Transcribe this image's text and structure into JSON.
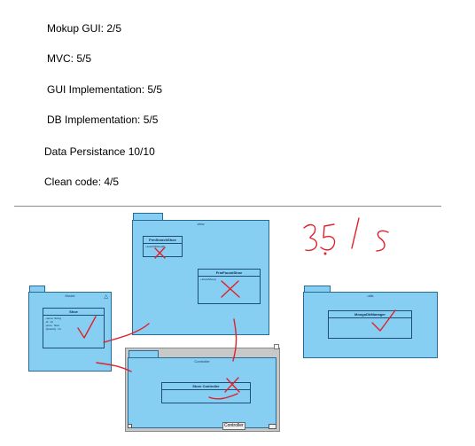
{
  "grades": [
    "Mokup GUI: 2/5",
    "MVC: 5/5",
    "GUI Implementation: 5/5",
    "DB Implementation: 5/5",
    "Data Persistance 10/10",
    "Clean code: 4/5"
  ],
  "total_score": "35/5",
  "diagram": {
    "view_package": "view",
    "model_package": "Model",
    "utils_package": "utils",
    "controller_package": "Controller",
    "controller_tag": "Controller",
    "classes": {
      "frm_search_shoe": {
        "name": "FrmSearchShoe",
        "body": "+searchShoe(id)"
      },
      "frm_found_shoe": {
        "name": "FrmFoundShoe",
        "body": "+showShoe()"
      },
      "shoe": {
        "name": "Shoe",
        "body": [
          "-name: String",
          "-id : int",
          "-price : float",
          "-Quantity : int"
        ]
      },
      "mongo_db_manager": {
        "name": "MongoDbManager",
        "body": ""
      },
      "store_controller": {
        "name": "Store Controller",
        "body": ""
      }
    }
  },
  "colors": {
    "package_fill": "#87cef3",
    "ink": "#e0202a"
  }
}
